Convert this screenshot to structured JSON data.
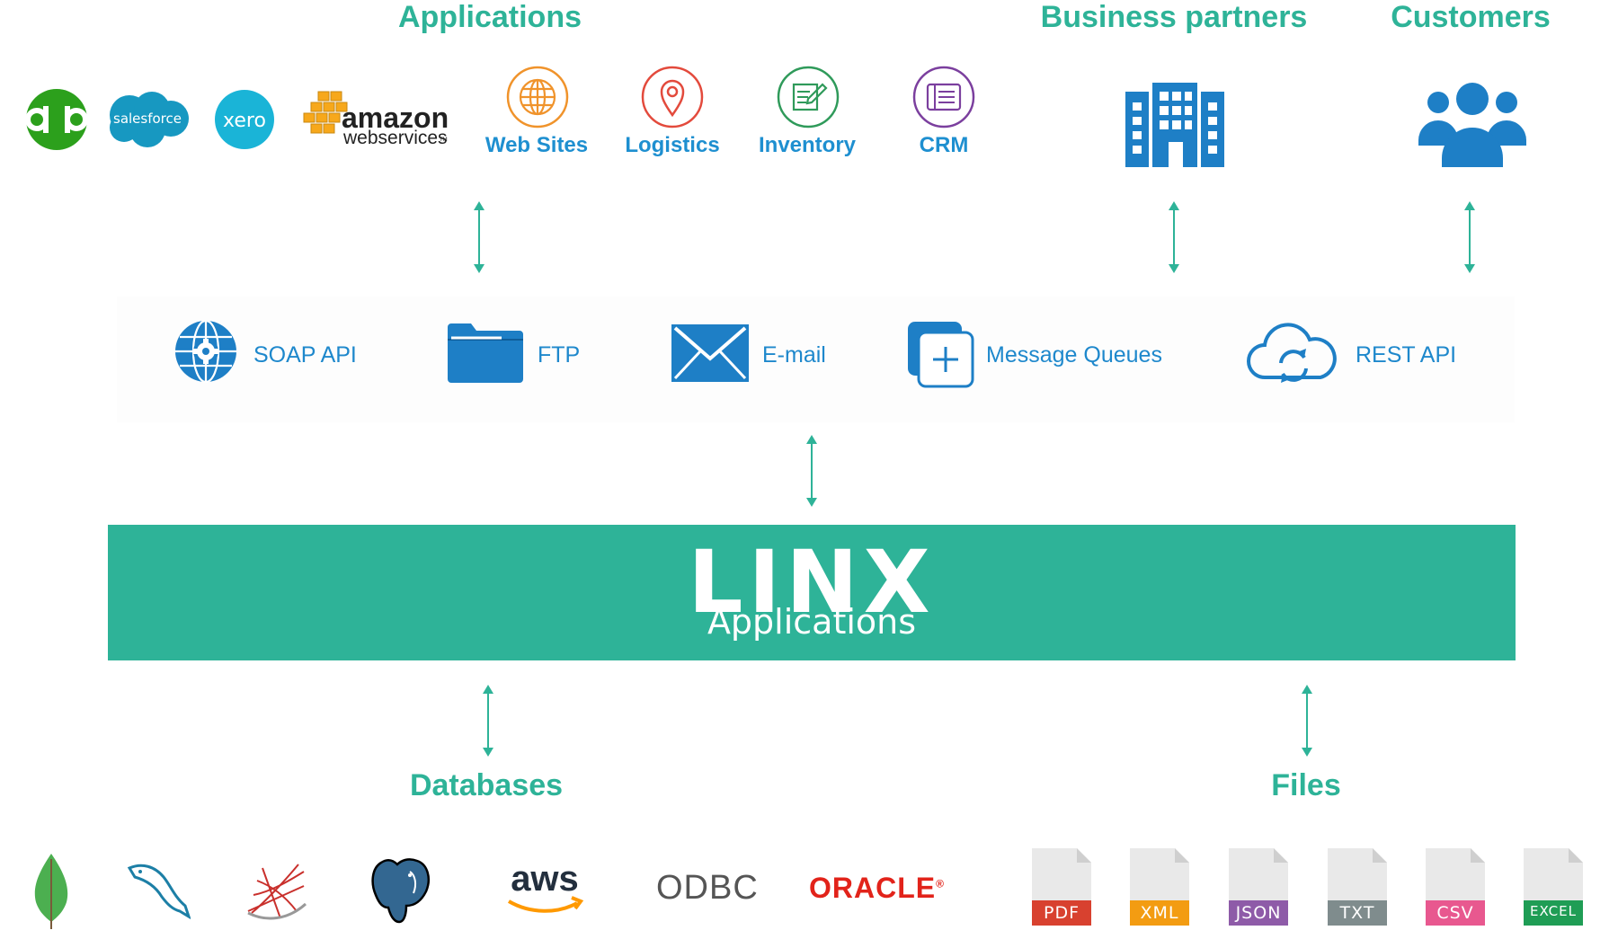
{
  "headings": {
    "applications": "Applications",
    "business_partners": "Business partners",
    "customers": "Customers",
    "databases": "Databases",
    "files": "Files"
  },
  "app_logos": {
    "salesforce": "salesforce",
    "xero": "xero",
    "amazon_top": "amazon",
    "amazon_bottom": "webservices",
    "amazon_tm": "TM"
  },
  "applications": [
    {
      "label": "Web Sites",
      "icon": "globe-icon",
      "color": "#f0932b"
    },
    {
      "label": "Logistics",
      "icon": "location-pin-icon",
      "color": "#e34a3c"
    },
    {
      "label": "Inventory",
      "icon": "clipboard-edit-icon",
      "color": "#2f9a5a"
    },
    {
      "label": "CRM",
      "icon": "document-list-icon",
      "color": "#7b3f9e"
    }
  ],
  "protocols": [
    {
      "label": "SOAP API",
      "icon": "gear-globe-icon"
    },
    {
      "label": "FTP",
      "icon": "folder-icon"
    },
    {
      "label": "E-mail",
      "icon": "envelope-icon"
    },
    {
      "label": "Message Queues",
      "icon": "message-queue-icon"
    },
    {
      "label": "REST API",
      "icon": "cloud-sync-icon"
    }
  ],
  "linx": {
    "logo": "LINX",
    "subtitle": "Applications"
  },
  "databases": {
    "aws": "aws",
    "odbc": "ODBC",
    "oracle": "ORACLE",
    "oracle_reg": "®"
  },
  "files": [
    {
      "label": "PDF",
      "color": "#d8412f"
    },
    {
      "label": "XML",
      "color": "#f39c12"
    },
    {
      "label": "JSON",
      "color": "#8e5ba8"
    },
    {
      "label": "TXT",
      "color": "#7f8c8d"
    },
    {
      "label": "CSV",
      "color": "#e8588f"
    },
    {
      "label": "EXCEL",
      "color": "#1f9d55"
    }
  ],
  "colors": {
    "accent": "#2eb398",
    "icon_blue": "#1e7fc6"
  }
}
